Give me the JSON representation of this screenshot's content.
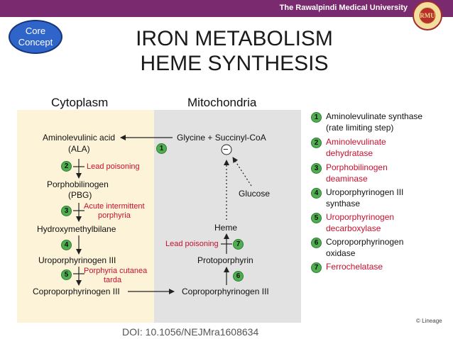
{
  "header": {
    "institution": "The Rawalpindi Medical University",
    "seal_text": "RMU",
    "badge": {
      "line1": "Core",
      "line2": "Concept"
    },
    "title_line1": "IRON METABOLISM",
    "title_line2": "HEME SYNTHESIS"
  },
  "compartments": {
    "cytoplasm": "Cytoplasm",
    "mitochondria": "Mitochondria"
  },
  "cytoplasm": {
    "ala_line1": "Aminolevulinic acid",
    "ala_line2": "(ALA)",
    "lead_poisoning": "Lead poisoning",
    "pbg_line1": "Porphobilinogen",
    "pbg_line2": "(PBG)",
    "aip_line1": "Acute intermittent",
    "aip_line2": "porphyria",
    "hmb": "Hydroxymethylbilane",
    "uro": "Uroporphyrinogen III",
    "pct_line1": "Porphyria cutanea",
    "pct_line2": "tarda",
    "copro": "Coproporphyrinogen III"
  },
  "mitochondria": {
    "glycine": "Glycine + Succinyl-CoA",
    "inhibit_symbol": "−",
    "glucose": "Glucose",
    "heme": "Heme",
    "lead_poisoning": "Lead poisoning",
    "proto": "Protoporphyrin",
    "copro": "Coproporphyrinogen III"
  },
  "step_numbers": [
    "1",
    "2",
    "3",
    "4",
    "5",
    "6",
    "7"
  ],
  "legend": [
    {
      "num": "1",
      "line1": "Aminolevulinate synthase",
      "line2": "(rate limiting step)",
      "red": false
    },
    {
      "num": "2",
      "line1": "Aminolevulinate",
      "line2": "dehydratase",
      "red": true
    },
    {
      "num": "3",
      "line1": "Porphobilinogen",
      "line2": "deaminase",
      "red": true
    },
    {
      "num": "4",
      "line1": "Uroporphyrinogen III",
      "line2": "synthase",
      "red": false
    },
    {
      "num": "5",
      "line1": "Uroporphyrinogen",
      "line2": "decarboxylase",
      "red": true
    },
    {
      "num": "6",
      "line1": "Coproporphyrinogen",
      "line2": "oxidase",
      "red": false
    },
    {
      "num": "7",
      "line1": "Ferrochelatase",
      "line2": "",
      "red": true
    }
  ],
  "footer": {
    "doi": "DOI: 10.1056/NEJMra1608634",
    "copyright": "© Lineage"
  },
  "colors": {
    "header_bar": "#7a2a6e",
    "badge": "#2f64c8",
    "step_circle": "#4fae50",
    "disease_text": "#c8102e",
    "cytoplasm_bg": "#fcf3d8",
    "mitochondria_bg": "#e2e2e2"
  }
}
